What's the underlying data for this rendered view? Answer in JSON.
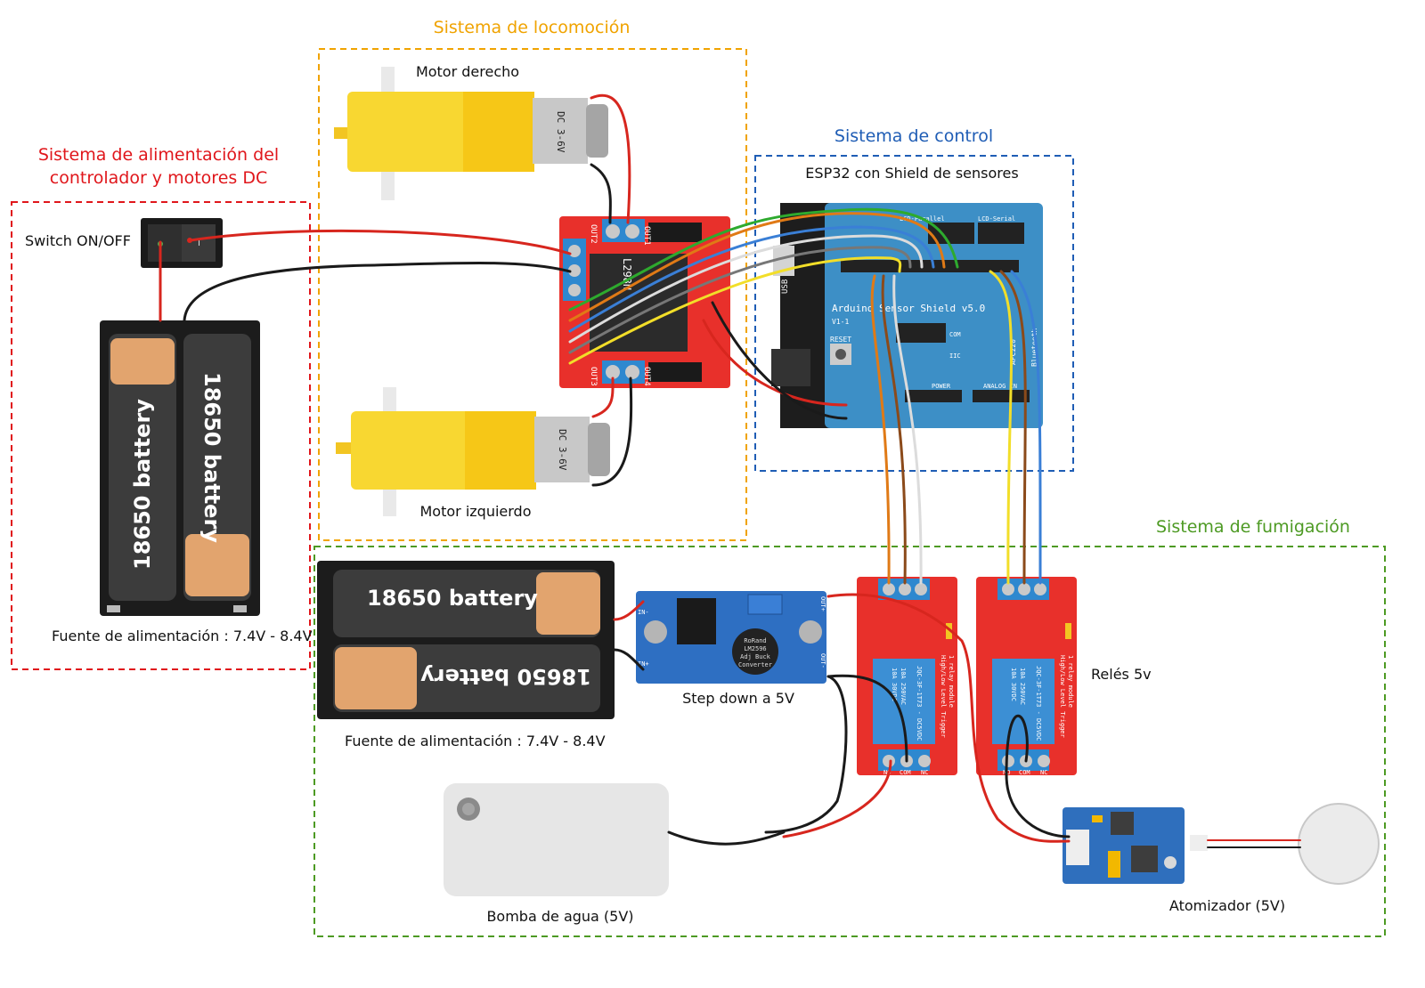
{
  "colors": {
    "power_group": "#e0161b",
    "locomotion_group": "#f0a300",
    "control_group": "#1f5db5",
    "fumigation_group": "#4d9a23",
    "board_red": "#e8302b",
    "shield_blue": "#3d8fc6",
    "motor_yellow": "#f8d731",
    "wire_red": "#d7261e",
    "wire_black": "#1a1a1a"
  },
  "groups": {
    "power": {
      "title_line1": "Sistema de alimentación del",
      "title_line2": "controlador y motores DC"
    },
    "locomotion": {
      "title": "Sistema de locomoción"
    },
    "control": {
      "title": "Sistema de control"
    },
    "fumigation": {
      "title": "Sistema de fumigación"
    }
  },
  "labels": {
    "switch": "Switch ON/OFF",
    "power_source_1": "Fuente de alimentación : 7.4V - 8.4V",
    "power_source_2": "Fuente de alimentación : 7.4V - 8.4V",
    "motor_right": "Motor derecho",
    "motor_left": "Motor izquierdo",
    "esp32": "ESP32 con Shield de sensores",
    "step_down": "Step down a 5V",
    "relays": "Relés 5v",
    "pump": "Bomba de agua (5V)",
    "atomizer": "Atomizador (5V)"
  },
  "component_text": {
    "battery": "18650 battery",
    "motor_marking": "DC 3-6V",
    "driver_marking": "L298N",
    "driver_out1": "OUT1",
    "driver_out2": "OUT2",
    "driver_out3": "OUT3",
    "driver_out4": "OUT4",
    "shield_title": "Arduino Sensor Shield v5.0",
    "shield_version": "V1-1",
    "shield_usb": "USB",
    "shield_reset": "RESET",
    "shield_lcd_parallel": "LCD-Parallel",
    "shield_lcd_serial": "LCD-Serial",
    "shield_power": "POWER",
    "shield_analog": "ANALOG IN",
    "shield_bluetooth": "Bluetooth",
    "shield_apc220": "APC220",
    "shield_iic": "IIC",
    "shield_com": "COM",
    "stepdown_brand": "RoRand",
    "stepdown_chip": "LM2596",
    "stepdown_line3": "Adj Buck",
    "stepdown_line4": "Converter",
    "stepdown_out_plus": "OUT+",
    "stepdown_out_minus": "OUT-",
    "stepdown_in_plus": "IN+",
    "stepdown_in_minus": "IN-",
    "relay_model": "JQC-3F-1T73 - DC5VDC",
    "relay_spec1": "10A 250VAC",
    "relay_spec2": "10A 30VDC",
    "relay_module_line1": "1 relay module",
    "relay_module_line2": "High/Low Level Trigger",
    "relay_no": "NO",
    "relay_com": "COM",
    "relay_nc": "NC"
  }
}
